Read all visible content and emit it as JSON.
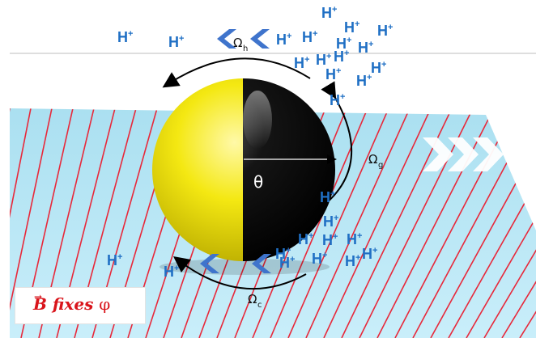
{
  "labels": {
    "proton": "H",
    "proton_charge": "+",
    "omega": "Ω",
    "omega_h_sub": "h",
    "omega_g_sub": "g",
    "omega_c_sub": "c",
    "theta": "θ"
  },
  "caption": {
    "vector": "B",
    "arrow": "⃗",
    "words": "fixes",
    "phi": "φ"
  },
  "colors": {
    "proton_blue": "#1f6fc4",
    "chevron_blue": "#3f74cc",
    "stripe_red": "#e8283a",
    "plane_cyan": "#bfeaf7",
    "sphere_yellow": "#f2e60c",
    "sphere_black": "#0a0a0a",
    "caption_red": "#d9141b"
  },
  "icons": {
    "top_chevrons": "double-left-chevron-icon",
    "bottom_chevrons": "double-left-chevron-icon",
    "flow_chevrons": "triple-right-chevron-icon"
  }
}
